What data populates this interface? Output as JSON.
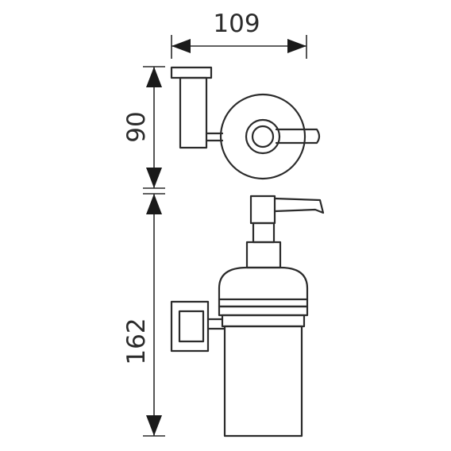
{
  "dimensions": {
    "width_label": "109",
    "holder_height_label": "90",
    "dispenser_height_label": "162"
  },
  "colors": {
    "line": "#2b2b2b",
    "background": "#ffffff"
  }
}
